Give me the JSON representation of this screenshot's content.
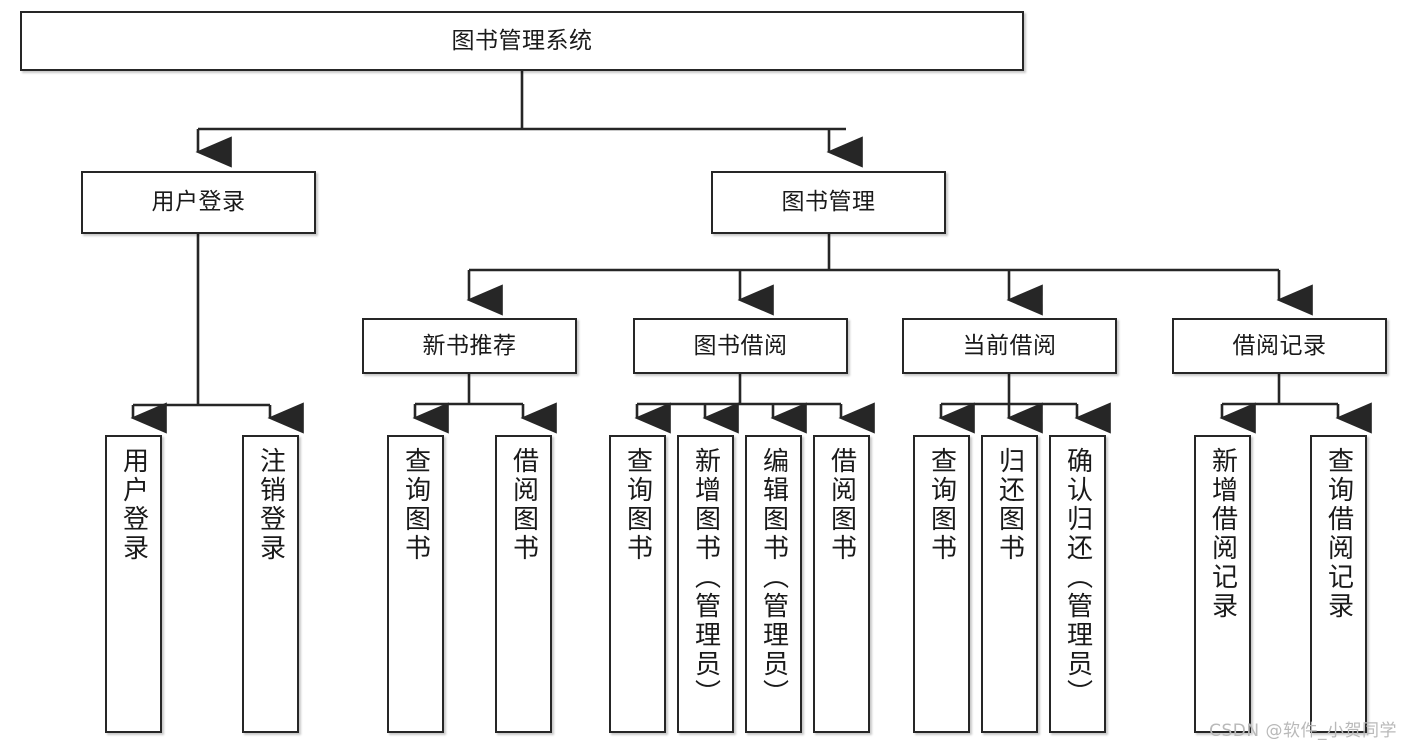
{
  "diagram": {
    "title": "图书管理系统",
    "type": "tree",
    "watermark": "CSDN @软件_小贺同学",
    "colors": {
      "box_border": "#262626",
      "box_fill": "#ffffff",
      "line": "#262626",
      "text": "#1a1a1a",
      "watermark": "#b9b9b9",
      "background": "#ffffff"
    },
    "nodes": {
      "root": {
        "label": "图书管理系统"
      },
      "level2": [
        {
          "label": "用户登录"
        },
        {
          "label": "图书管理"
        }
      ],
      "level3": [
        {
          "label": "新书推荐"
        },
        {
          "label": "图书借阅"
        },
        {
          "label": "当前借阅"
        },
        {
          "label": "借阅记录"
        }
      ],
      "leaves": {
        "user_login": [
          {
            "label": "用户登录"
          },
          {
            "label": "注销登录"
          }
        ],
        "new_book_recommend": [
          {
            "label": "查询图书"
          },
          {
            "label": "借阅图书"
          }
        ],
        "book_borrow": [
          {
            "label": "查询图书"
          },
          {
            "label": "新增图书（管理员）"
          },
          {
            "label": "编辑图书（管理员）"
          },
          {
            "label": "借阅图书"
          }
        ],
        "current_borrow": [
          {
            "label": "查询图书"
          },
          {
            "label": "归还图书"
          },
          {
            "label": "确认归还（管理员）"
          }
        ],
        "borrow_record": [
          {
            "label": "新增借阅记录"
          },
          {
            "label": "查询借阅记录"
          }
        ]
      }
    }
  }
}
